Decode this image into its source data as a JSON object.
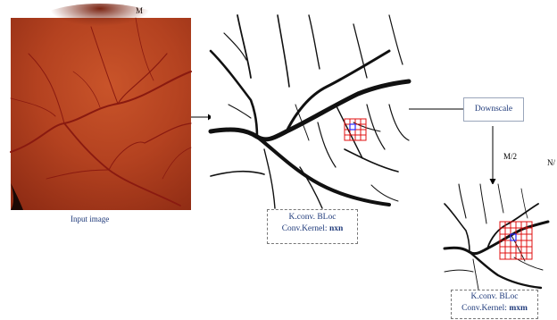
{
  "labels": {
    "m_top": "M",
    "input_caption": "Input image",
    "m_half": "M/2",
    "n_clip": "N/"
  },
  "downscale": {
    "label": "Downscale"
  },
  "conv_box_1": {
    "line1": "K.conv. BLoc",
    "line2_prefix": "Conv.Kernel: ",
    "line2_value": "nxn"
  },
  "conv_box_2": {
    "line1": "K.conv. BLoc",
    "line2_prefix": "Conv.Kernel: ",
    "line2_value": "mxm"
  },
  "colors": {
    "caption_text": "#1f3a7a",
    "grid_red": "#e01010",
    "center_blue": "#2a2aff",
    "retina_base": "#b5401c",
    "vessel_black": "#111111"
  }
}
